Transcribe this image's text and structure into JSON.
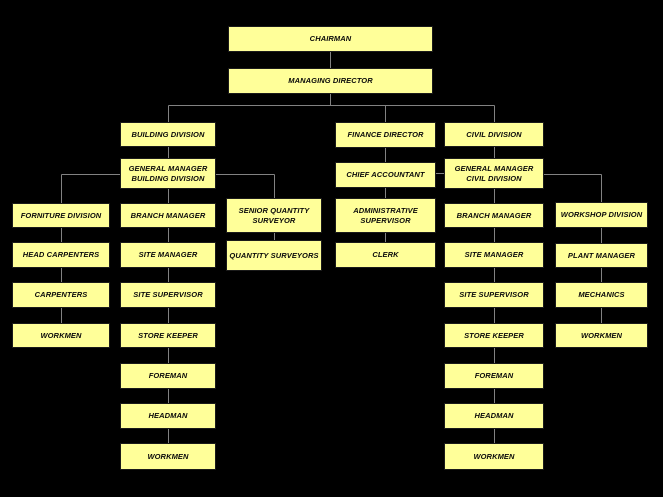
{
  "diagram": {
    "type": "org-chart",
    "nodes": {
      "chairman": {
        "label": "CHAIRMAN"
      },
      "managing_director": {
        "label": "MANAGING DIRECTOR"
      },
      "building_division": {
        "label": "BUILDING DIVISION"
      },
      "gm_building": {
        "label": "GENERAL MANAGER BUILDING DIVISION"
      },
      "branch_manager_building": {
        "label": "BRANCH MANAGER"
      },
      "site_manager_building": {
        "label": "SITE MANAGER"
      },
      "site_supervisor_building": {
        "label": "SITE SUPERVISOR"
      },
      "store_keeper_building": {
        "label": "STORE KEEPER"
      },
      "foreman_building": {
        "label": "FOREMAN"
      },
      "headman_building": {
        "label": "HEADMAN"
      },
      "workmen_building": {
        "label": "WORKMEN"
      },
      "forniture_division": {
        "label": "FORNITURE DIVISION"
      },
      "head_carpenters": {
        "label": "HEAD CARPENTERS"
      },
      "carpenters": {
        "label": "CARPENTERS"
      },
      "workmen_forniture": {
        "label": "WORKMEN"
      },
      "senior_quantity_surveyor": {
        "label": "SENIOR QUANTITY SURVEYOR"
      },
      "quantity_surveyors": {
        "label": "QUANTITY SURVEYORS"
      },
      "finance_director": {
        "label": "FINANCE DIRECTOR"
      },
      "chief_accountant": {
        "label": "CHIEF ACCOUNTANT"
      },
      "administrative_supervisor": {
        "label": "ADMINISTRATIVE SUPERVISOR"
      },
      "clerk": {
        "label": "CLERK"
      },
      "civil_division": {
        "label": "CIVIL DIVISION"
      },
      "gm_civil": {
        "label": "GENERAL MANAGER CIVIL DIVISION"
      },
      "branch_manager_civil": {
        "label": "BRANCH MANAGER"
      },
      "site_manager_civil": {
        "label": "SITE MANAGER"
      },
      "site_supervisor_civil": {
        "label": "SITE SUPERVISOR"
      },
      "store_keeper_civil": {
        "label": "STORE KEEPER"
      },
      "foreman_civil": {
        "label": "FOREMAN"
      },
      "headman_civil": {
        "label": "HEADMAN"
      },
      "workmen_civil": {
        "label": "WORKMEN"
      },
      "workshop_division": {
        "label": "WORKSHOP DIVISION"
      },
      "plant_manager": {
        "label": "PLANT MANAGER"
      },
      "mechanics": {
        "label": "MECHANICS"
      },
      "workmen_workshop": {
        "label": "WORKMEN"
      }
    }
  },
  "colors": {
    "background": "#000000",
    "box_fill": "#ffff99",
    "box_border": "#1a1a1a",
    "connector": "#828282",
    "text": "#0a0a0a"
  }
}
